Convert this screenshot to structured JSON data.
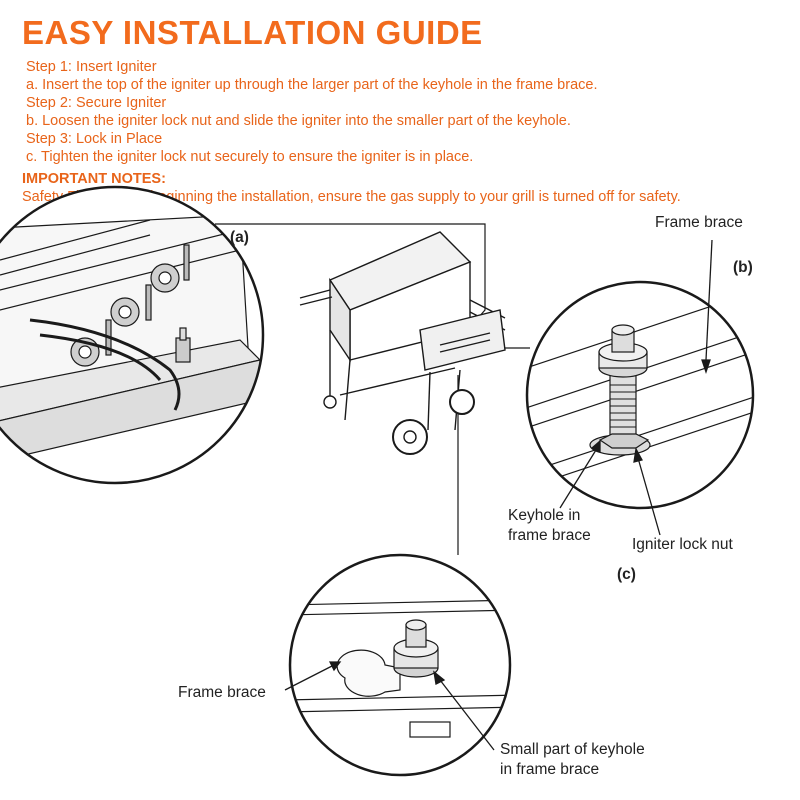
{
  "title": "EASY INSTALLATION GUIDE",
  "steps": [
    "Step 1: Insert Igniter",
    "a. Insert the top of the igniter up through the larger part of the keyhole in the frame brace.",
    "Step 2: Secure Igniter",
    "b. Loosen the igniter lock nut and slide the igniter into the smaller part of the keyhole.",
    "Step 3: Lock in Place",
    "c. Tighten the igniter lock nut securely to ensure the igniter is in place."
  ],
  "notes": {
    "heading": "IMPORTANT NOTES:",
    "safety": "Safety First: Before beginning the installation, ensure the gas supply to your grill is turned off for safety."
  },
  "labels": {
    "a": "(a)",
    "b": "(b)",
    "c": "(c)",
    "frame_brace_b": "Frame brace",
    "keyhole_line1": "Keyhole in",
    "keyhole_line2": "frame brace",
    "lock_nut": "Igniter lock nut",
    "frame_brace_c": "Frame brace",
    "small_part_line1": "Small part of keyhole",
    "small_part_line2": "in frame brace"
  },
  "colors": {
    "accent": "#f26b1d",
    "line": "#1a1a1a"
  }
}
